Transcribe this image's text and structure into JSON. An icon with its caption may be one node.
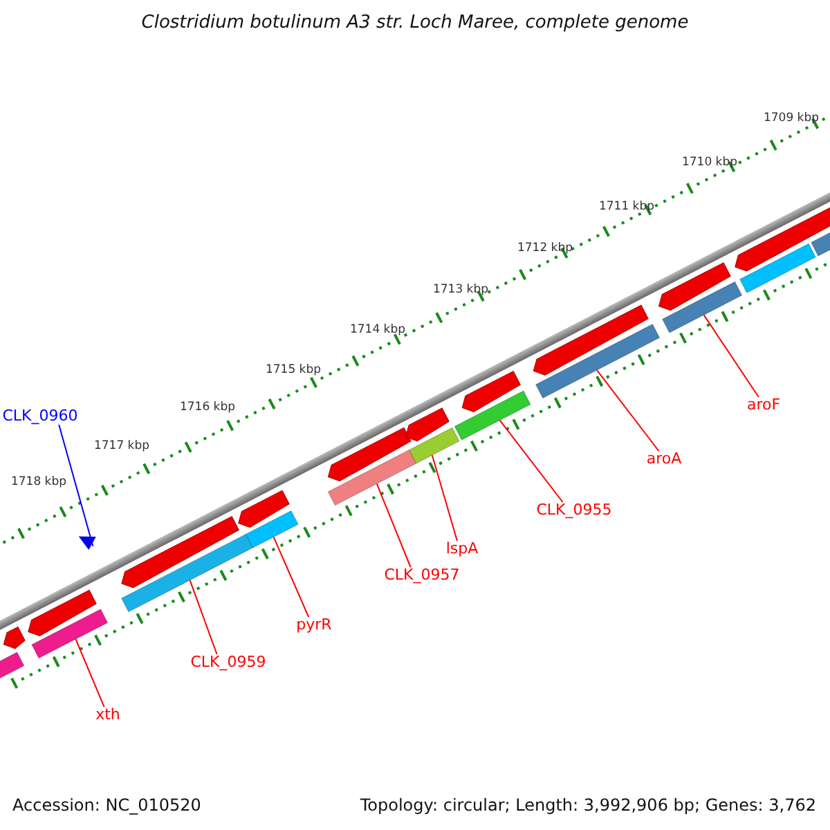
{
  "diagram": {
    "title": "Clostridium botulinum A3 str. Loch Maree, complete genome",
    "nodes": [
      {
        "text": [
          "CLK_0960"
        ]
      },
      {
        "text": [],
        "shape": "triangle"
      },
      {
        "text": [
          "xth"
        ]
      },
      {
        "text": [],
        "shape": "bar"
      },
      {
        "text": [
          "CLK_0959"
        ]
      },
      {
        "text": [],
        "shape": "bar"
      },
      {
        "text": [
          "pyrR"
        ]
      },
      {
        "text": [],
        "shape": "bar"
      },
      {
        "text": [
          "CLK_0957"
        ]
      },
      {
        "text": [],
        "shape": "bar"
      },
      {
        "text": [
          "lspA"
        ]
      },
      {
        "text": [],
        "shape": "bar"
      },
      {
        "text": [
          "CLK_0955"
        ]
      },
      {
        "text": [],
        "shape": "bar"
      },
      {
        "text": [
          "aroA"
        ]
      },
      {
        "text": [],
        "shape": "bar"
      },
      {
        "text": [
          "aroF"
        ]
      },
      {
        "text": [],
        "shape": "bar"
      },
      {
        "text": [],
        "shape": "arrow"
      },
      {
        "text": [],
        "shape": "arrow"
      },
      {
        "text": [],
        "shape": "arrow"
      },
      {
        "text": [],
        "shape": "arrow"
      },
      {
        "text": [],
        "shape": "arrow"
      },
      {
        "text": [],
        "shape": "arrow"
      },
      {
        "text": [],
        "shape": "arrow"
      },
      {
        "text": [],
        "shape": "arrow"
      },
      {
        "text": [],
        "shape": "arrow"
      },
      {
        "text": [],
        "shape": "arrow"
      },
      {
        "text": [],
        "shape": "bar"
      },
      {
        "text": [],
        "shape": "bar"
      },
      {
        "text": [],
        "shape": "bar"
      }
    ],
    "edges": [
      {
        "from": 0,
        "to": 1,
        "arrow": "none",
        "color": "#0000ff"
      },
      {
        "from": 2,
        "to": 3,
        "arrow": "none"
      },
      {
        "from": 4,
        "to": 5,
        "arrow": "none"
      },
      {
        "from": 6,
        "to": 7,
        "arrow": "none"
      },
      {
        "from": 8,
        "to": 9,
        "arrow": "none"
      },
      {
        "from": 10,
        "to": 11,
        "arrow": "none"
      },
      {
        "from": 12,
        "to": 13,
        "arrow": "none"
      },
      {
        "from": 14,
        "to": 15,
        "arrow": "none"
      },
      {
        "from": 16,
        "to": 17,
        "arrow": "none"
      }
    ],
    "labels": [
      "1709 kbp",
      "1710 kbp",
      "1711 kbp",
      "1712 kbp",
      "1713 kbp",
      "1714 kbp",
      "1715 kbp",
      "1716 kbp",
      "1717 kbp",
      "1718 kbp",
      "Accession: NC_010520",
      "Topology: circular; Length: 3,992,906 bp; Genes: 3,762"
    ]
  }
}
